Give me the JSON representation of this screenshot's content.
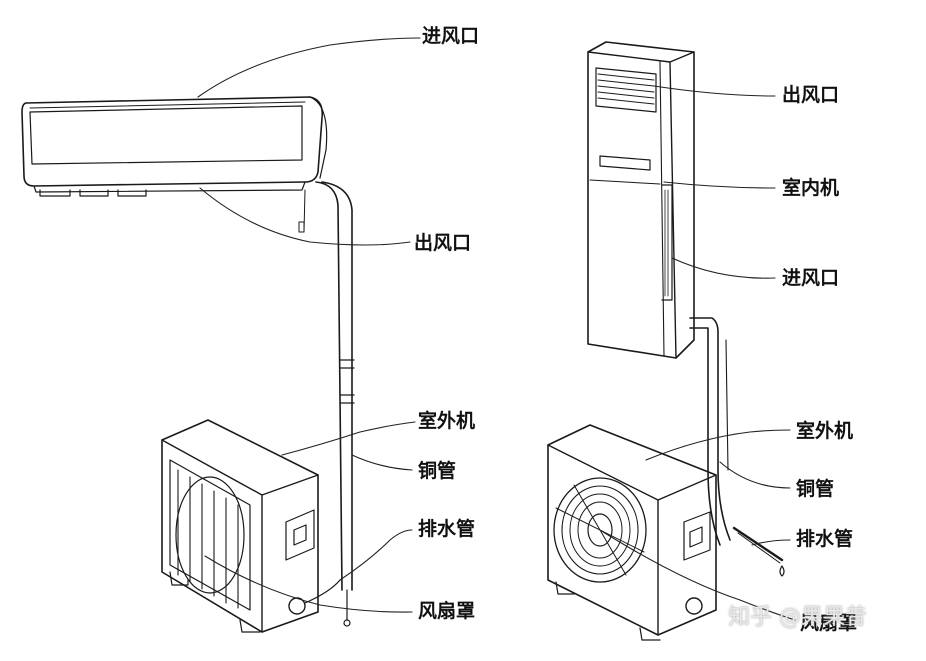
{
  "left_unit": {
    "labels": {
      "air_inlet": "进风口",
      "air_outlet": "出风口",
      "outdoor_unit": "室外机",
      "copper_pipe": "铜管",
      "drain_pipe": "排水管",
      "fan_guard": "风扇罩"
    }
  },
  "right_unit": {
    "labels": {
      "air_outlet": "出风口",
      "indoor_unit": "室内机",
      "air_inlet": "进风口",
      "outdoor_unit": "室外机",
      "copper_pipe": "铜管",
      "drain_pipe": "排水管",
      "fan_guard": "风扇罩"
    }
  },
  "watermark": "知乎 @果果昔"
}
